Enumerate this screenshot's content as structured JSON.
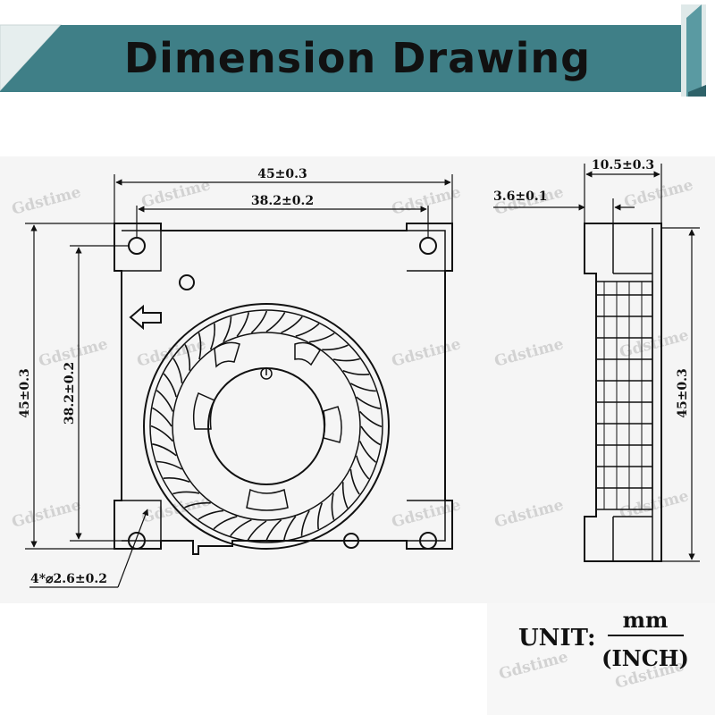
{
  "banner": {
    "title": "Dimension Drawing",
    "color": "#3f7f87"
  },
  "watermark": "Gdstime",
  "front_view": {
    "overall_width": "45±0.3",
    "hole_spacing_x": "38.2±0.2",
    "overall_height": "45±0.3",
    "hole_spacing_y": "38.2±0.2",
    "hole_callout": "4*⌀2.6±0.2",
    "airflow_arrow_icon": "arrow-left-icon"
  },
  "side_view": {
    "thickness": "10.5±0.3",
    "outlet_offset": "3.6±0.1",
    "height": "45±0.3"
  },
  "unit": {
    "label": "UNIT:",
    "numerator": "mm",
    "denominator": "(INCH)"
  }
}
